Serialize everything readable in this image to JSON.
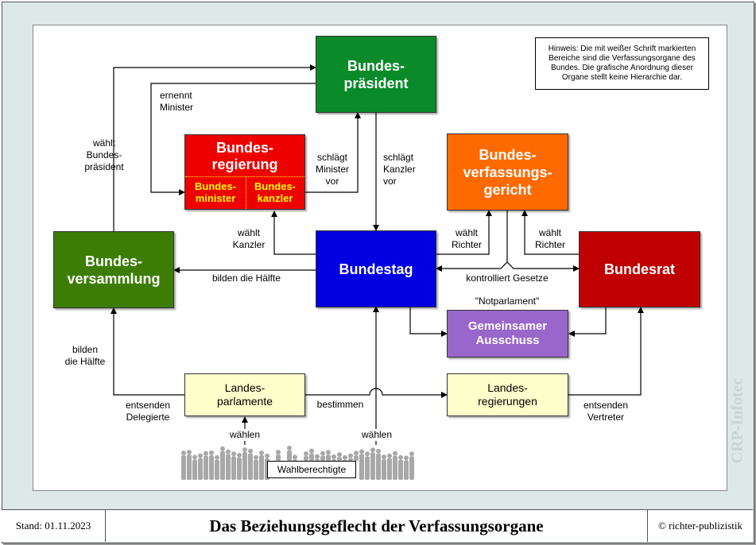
{
  "organs": {
    "bundespraesident": [
      "Bundes-",
      "präsident"
    ],
    "bundesregierung": [
      "Bundes-",
      "regierung"
    ],
    "bundesminister": [
      "Bundes-",
      "minister"
    ],
    "bundeskanzler": [
      "Bundes-",
      "kanzler"
    ],
    "bundesverfassungsgericht": [
      "Bundes-",
      "verfassungs-",
      "gericht"
    ],
    "bundesversammlung": [
      "Bundes-",
      "versammlung"
    ],
    "bundestag": "Bundestag",
    "bundesrat": "Bundesrat",
    "gemeinsamer_ausschuss": [
      "Gemeinsamer",
      "Ausschuss"
    ],
    "landesparlamente": [
      "Landes-",
      "parlamente"
    ],
    "landesregierungen": [
      "Landes-",
      "regierungen"
    ],
    "wahlberechtigte": "Wahlberechtigte"
  },
  "labels": {
    "waehlt_bundespraesident": [
      "wählt",
      "Bundes-",
      "präsident"
    ],
    "ernennt_minister": [
      "ernennt",
      "Minister"
    ],
    "schlaegt_minister_vor": [
      "schlägt",
      "Minister",
      "vor"
    ],
    "schlaegt_kanzler_vor": [
      "schlägt",
      "Kanzler",
      "vor"
    ],
    "waehlt_kanzler": [
      "wählt",
      "Kanzler"
    ],
    "waehlt_richter_1": [
      "wählt",
      "Richter"
    ],
    "waehlt_richter_2": [
      "wählt",
      "Richter"
    ],
    "bilden_die_haelfte_1": "bilden die Hälfte",
    "kontrolliert_gesetze": "kontrolliert Gesetze",
    "notparlament": "\"Notparlament\"",
    "bilden_die_haelfte_2": [
      "bilden",
      "die Hälfte"
    ],
    "entsenden_delegierte": [
      "entsenden",
      "Delegierte"
    ],
    "bestimmen": "bestimmen",
    "entsenden_vertreter": [
      "entsenden",
      "Vertreter"
    ],
    "waehlen_1": "wählen",
    "waehlen_2": "wählen"
  },
  "hinweis": [
    "Hinweis: Die mit weißer Schrift markierten",
    "Bereiche sind die Verfassungsorgane des",
    "Bundes. Die grafische Anordnung dieser",
    "Organe stellt keine Hierarchie dar."
  ],
  "watermark": "CRP-Infotec",
  "footer": {
    "stand": "Stand: 01.11.2023",
    "title": "Das Beziehungsgeflecht der Verfassungsorgane",
    "copyright": "© richter-publizistik"
  },
  "colors": {
    "bundespraesident": "#0b8a2a",
    "bundesregierung": "#ee0000",
    "minister_text": "#ffff00",
    "bundesverfassungsgericht": "#ff6a00",
    "bundesversammlung": "#3d7d06",
    "bundestag": "#0000e0",
    "bundesrat": "#c00000",
    "gemeinsamer_ausschuss": "#9966cc",
    "land_box": "#ffffcc"
  }
}
